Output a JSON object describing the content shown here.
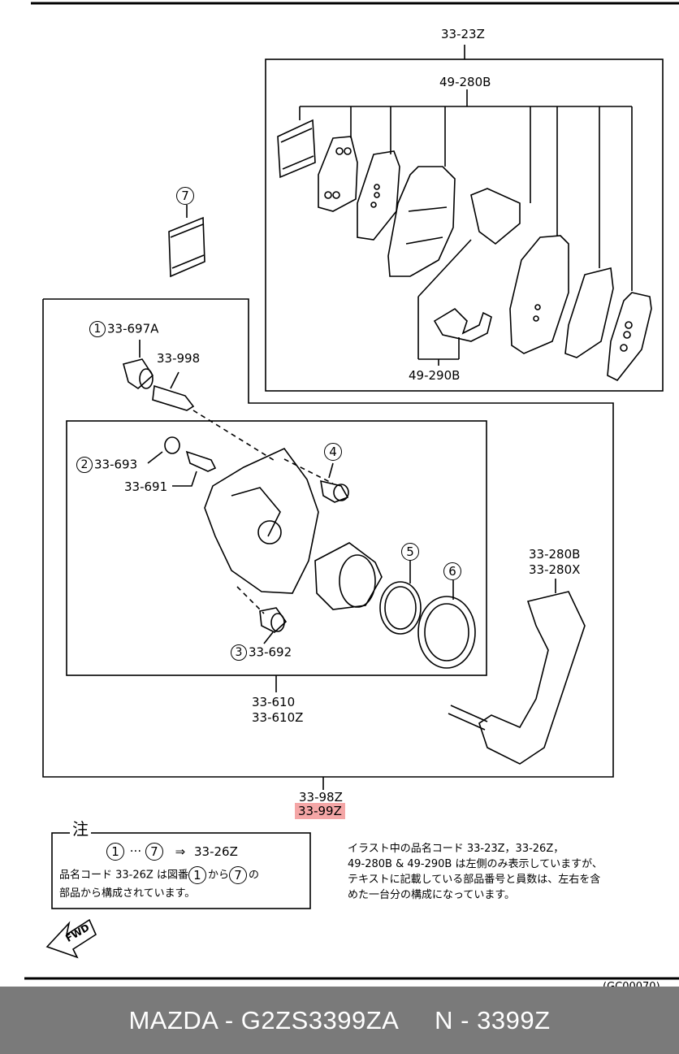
{
  "labels": {
    "pad_kit_box": "33-23Z",
    "shim_kit_upper": "49-280B",
    "shim_kit_lower": "49-290B",
    "item7": "7",
    "item1_num": "1",
    "item1_code": "33-697A",
    "bolt_998": "33-998",
    "item2_num": "2",
    "item2_code": "33-693",
    "bleeder_691": "33-691",
    "item4": "4",
    "item3_num": "3",
    "item3_code": "33-692",
    "item5": "5",
    "item6": "6",
    "bracket_1": "33-280B",
    "bracket_2": "33-280X",
    "caliper_1": "33-610",
    "caliper_2": "33-610Z",
    "assy_1": "33-98Z",
    "assy_2": "33-99Z"
  },
  "note": {
    "heading": "注",
    "range_from": "1",
    "range_dots": "···",
    "range_to": "7",
    "arrow": "⇒",
    "range_code": "33-26Z",
    "line2_a": "品名コード  33-26Z  は図番",
    "line2_from": "1",
    "line2_kara": "から",
    "line2_to": "7",
    "line2_no": "の",
    "line3": "部品から構成されています。"
  },
  "right_note": {
    "line1": "イラスト中の品名コード  33-23Z，33-26Z，",
    "line2": "49-280B  & 49-290B は左側のみ表示していますが、",
    "line3": "テキストに記載している部品番号と員数は、左右を含",
    "line4": "めた一台分の構成になっています。"
  },
  "fwd": "FWD",
  "corner_text": "(GC00070)",
  "footer": "MAZDA - G2ZS3399ZA     N - 3399Z"
}
